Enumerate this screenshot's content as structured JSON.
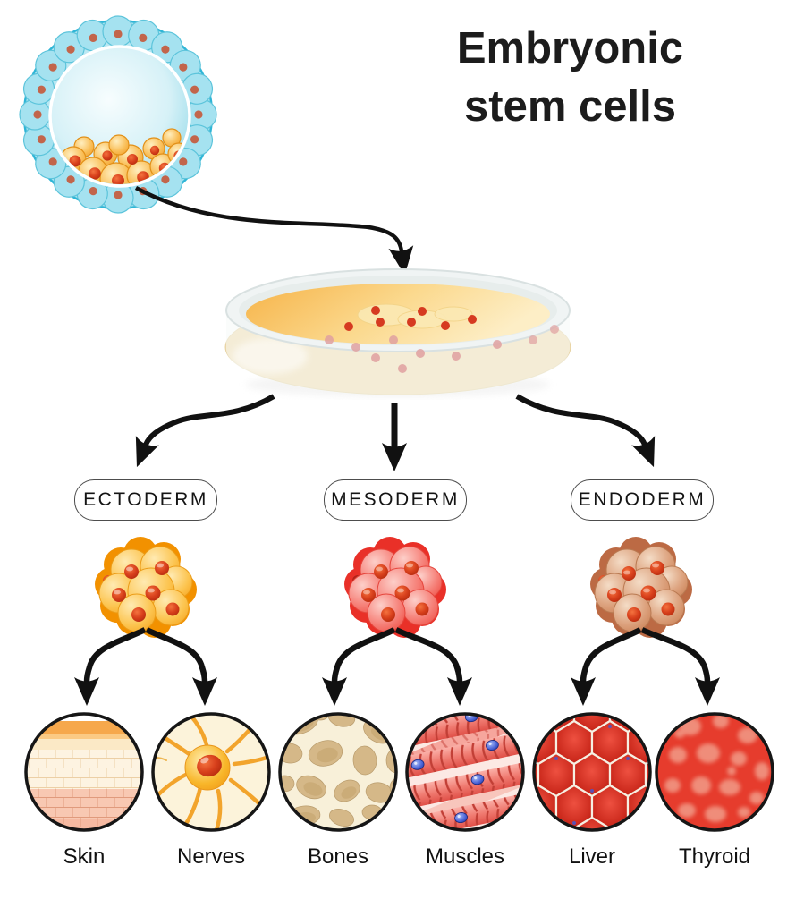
{
  "title": {
    "line1": "Embryonic",
    "line2": "stem cells"
  },
  "germ_layers": [
    {
      "label": "ECTODERM",
      "cluster_color": "#f5a21c",
      "derives": [
        "Skin",
        "Nerves"
      ]
    },
    {
      "label": "MESODERM",
      "cluster_color": "#ee4a40",
      "derives": [
        "Bones",
        "Muscles"
      ]
    },
    {
      "label": "ENDODERM",
      "cluster_color": "#c87c50",
      "derives": [
        "Liver",
        "Thyroid"
      ]
    }
  ],
  "tissues": [
    {
      "label": "Skin"
    },
    {
      "label": "Nerves"
    },
    {
      "label": "Bones"
    },
    {
      "label": "Muscles"
    },
    {
      "label": "Liver"
    },
    {
      "label": "Thyroid"
    }
  ],
  "illustrations": {
    "blastocyst": "blastocyst-with-inner-cell-mass",
    "petri_dish": "stem-cells-cultured-in-petri-dish"
  },
  "colors": {
    "arrow": "#111111",
    "blastocyst_outer": "#9fdfee",
    "inner_cell_mass": "#f6a83a",
    "culture_medium": "#f6b348",
    "nucleus_red": "#d8401c",
    "liver_hex": "#cc2a1d",
    "muscle_fiber": "#f07c72",
    "bone_hole": "#d5b888"
  }
}
